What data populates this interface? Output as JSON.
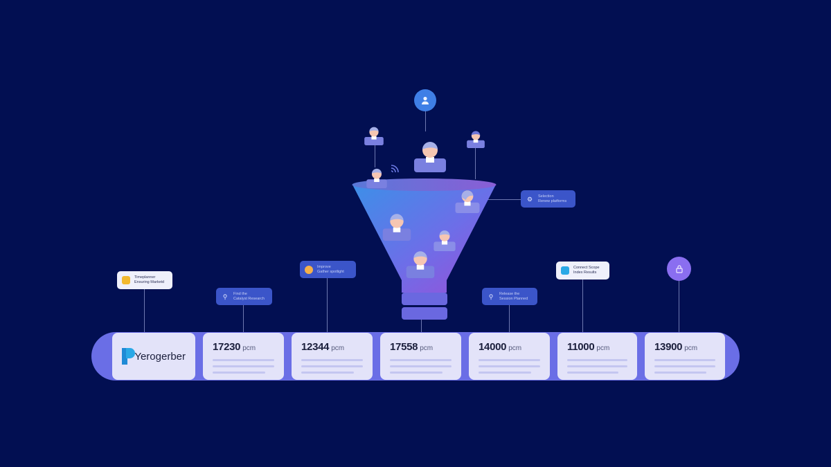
{
  "diagram": {
    "type": "sales-funnel-timeline",
    "background": "#020f52",
    "accent": "#6a6ee6",
    "funnel_gradient": [
      "#3d8fe8",
      "#8a5ad8"
    ]
  },
  "brand": {
    "name": "Yerogerber",
    "logo_icon": "p-logo-icon"
  },
  "stages": [
    {
      "value": "17230",
      "unit": "pcm"
    },
    {
      "value": "12344",
      "unit": "pcm"
    },
    {
      "value": "17558",
      "unit": "pcm"
    },
    {
      "value": "14000",
      "unit": "pcm"
    },
    {
      "value": "11000",
      "unit": "pcm"
    },
    {
      "value": "13900",
      "unit": "pcm"
    }
  ],
  "labels": [
    {
      "icon": "document-icon",
      "line1": "Timeplanner",
      "line2": "Ensuring Marketd"
    },
    {
      "icon": "search-icon",
      "line1": "Find the",
      "line2": "Catalyst Research"
    },
    {
      "icon": "chat-icon",
      "line1": "Improve",
      "line2": "Gather spotlight"
    },
    {
      "icon": "settings-icon",
      "line1": "Selection",
      "line2": "Renew platforms"
    },
    {
      "icon": "search-icon",
      "line1": "Release the",
      "line2": "Session Planned"
    },
    {
      "icon": "p-logo-icon",
      "line1": "Connect Scope",
      "line2": "Index Results"
    }
  ],
  "top_icons": {
    "user_circle": "user-icon",
    "lock_circle": "lock-icon",
    "signal": "wifi-icon"
  }
}
